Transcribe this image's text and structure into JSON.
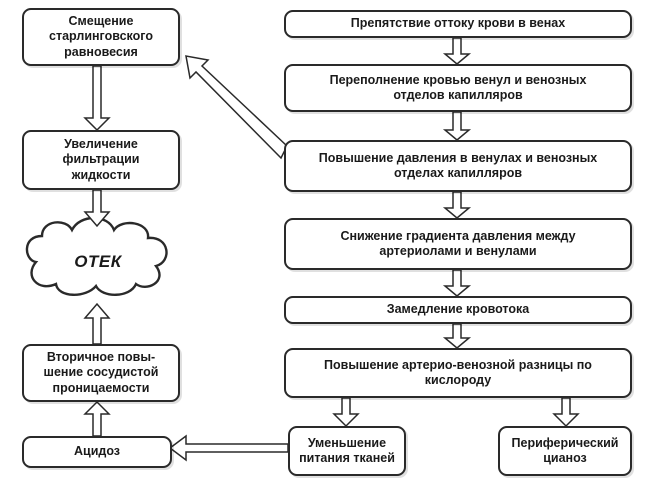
{
  "diagram": {
    "boxes": {
      "starling": "Смещение\nстарлинговского\nравновесия",
      "filtration": "Увеличение\nфильтрации\nжидкости",
      "edema": "ОТЕК",
      "permeability": "Вторичное повы-\nшение сосудистой\nпроницаемости",
      "acidosis": "Ацидоз",
      "obstruction": "Препятствие оттоку крови в венах",
      "overfill": "Переполнение кровью венул и венозных\nотделов капилляров",
      "pressure": "Повышение давления в венулах и венозных\nотделах капилляров",
      "gradient": "Снижение градиента давления между\nартериолами и венулами",
      "slowdown": "Замедление кровотока",
      "av_difference": "Повышение артерио-венозной разницы по\nкислороду",
      "nutrition": "Уменьшение\nпитания тканей",
      "cyanosis": "Периферический\nцианоз"
    },
    "colors": {
      "stroke": "#2a2a2a",
      "fill": "#ffffff",
      "text": "#1a1a1a"
    }
  }
}
